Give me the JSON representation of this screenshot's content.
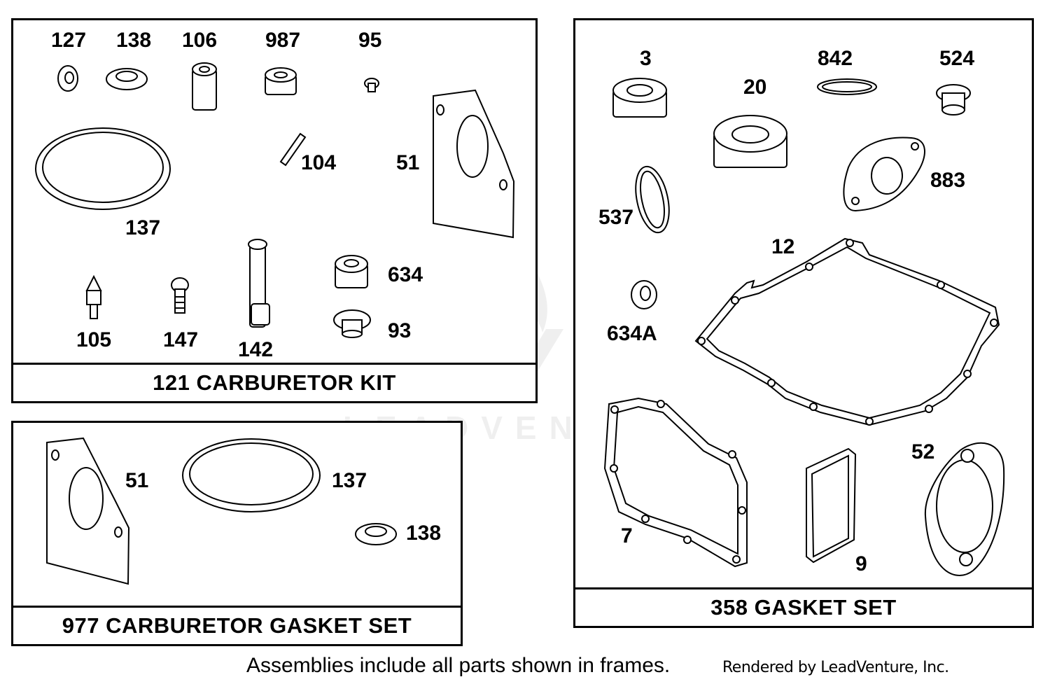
{
  "watermark": {
    "text": "LEADVENTURE"
  },
  "footer": {
    "note": "Assemblies include all parts shown in frames.",
    "credit": "Rendered by LeadVenture, Inc."
  },
  "frames": {
    "carburetor_kit": {
      "title": "121 CARBURETOR KIT",
      "labels": [
        "127",
        "138",
        "106",
        "987",
        "95",
        "104",
        "51",
        "137",
        "634",
        "105",
        "147",
        "142",
        "93"
      ]
    },
    "carburetor_gasket_set": {
      "title": "977 CARBURETOR GASKET SET",
      "labels": [
        "51",
        "137",
        "138"
      ]
    },
    "gasket_set": {
      "title": "358 GASKET SET",
      "labels": [
        "3",
        "20",
        "842",
        "524",
        "883",
        "537",
        "12",
        "634A",
        "52",
        "7",
        "9"
      ]
    }
  }
}
